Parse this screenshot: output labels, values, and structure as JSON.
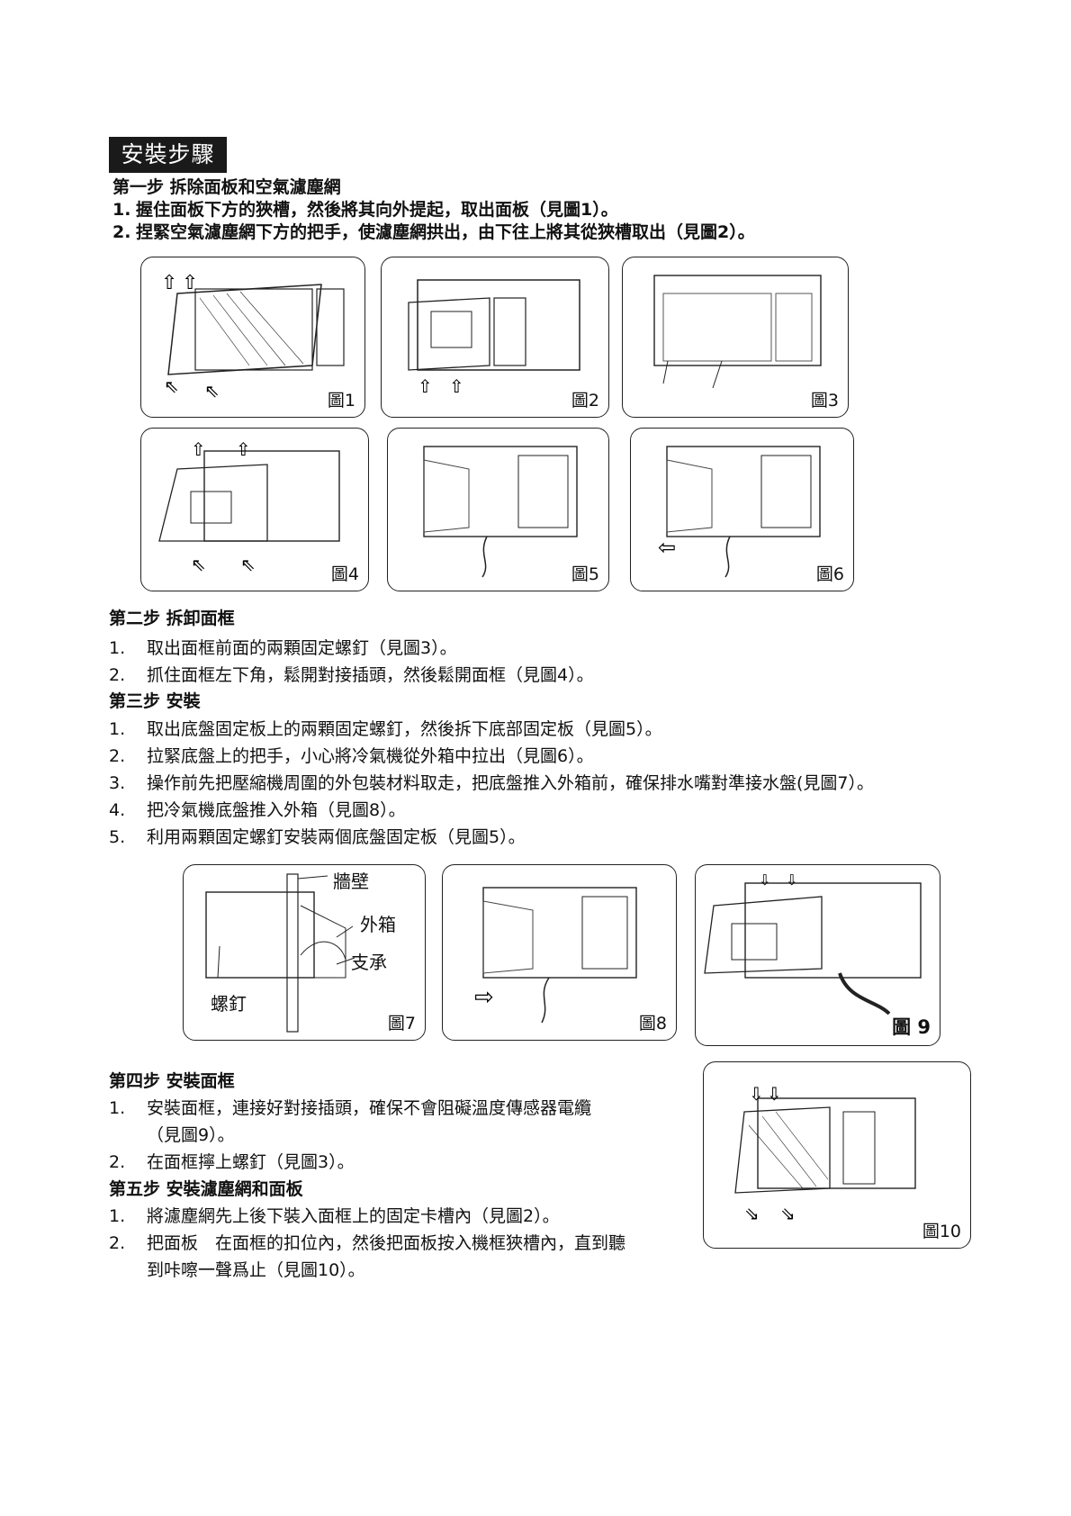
{
  "section_title": "安裝步驟",
  "step1": {
    "heading": "第一步 拆除面板和空氣濾塵網",
    "items": [
      {
        "num": "1.",
        "text": "握住面板下方的狹槽，然後將其向外提起，取出面板（見圖1）。"
      },
      {
        "num": "2.",
        "text": "捏緊空氣濾塵網下方的把手，使濾塵網拱出，由下往上將其從狹槽取出（見圖2）。"
      }
    ]
  },
  "figures_row1": [
    {
      "label": "圖1"
    },
    {
      "label": "圖2"
    },
    {
      "label": "圖3"
    }
  ],
  "figures_row2": [
    {
      "label": "圖4"
    },
    {
      "label": "圖5"
    },
    {
      "label": "圖6"
    }
  ],
  "step2": {
    "heading": "第二步 拆卸面框",
    "items": [
      {
        "num": "1.",
        "text": "取出面框前面的兩顆固定螺釘（見圖3）。"
      },
      {
        "num": "2.",
        "text": "抓住面框左下角，鬆開對接插頭，然後鬆開面框（見圖4）。"
      }
    ]
  },
  "step3": {
    "heading": "第三步  安裝",
    "items": [
      {
        "num": "1.",
        "text": "取出底盤固定板上的兩顆固定螺釘，然後拆下底部固定板（見圖5）。"
      },
      {
        "num": "2.",
        "text": "拉緊底盤上的把手，小心將冷氣機從外箱中拉出（見圖6）。"
      },
      {
        "num": "3.",
        "text": "操作前先把壓縮機周圍的外包裝材料取走，把底盤推入外箱前，確保排水嘴對準接水盤(見圖7）。"
      },
      {
        "num": "4.",
        "text": "把冷氣機底盤推入外箱（見圖8）。"
      },
      {
        "num": "5.",
        "text": "利用兩顆固定螺釘安裝兩個底盤固定板（見圖5）。"
      }
    ]
  },
  "figures_row3": [
    {
      "label": "圖7",
      "callouts": {
        "wall": "牆壁",
        "outer_case": "外箱",
        "support": "支承",
        "screw": "螺釘"
      }
    },
    {
      "label": "圖8"
    },
    {
      "label": "圖 9"
    }
  ],
  "step4": {
    "heading": "第四步 安裝面框",
    "items": [
      {
        "num": "1.",
        "text": "安裝面框，連接好對接插頭，確保不會阻礙溫度傳感器電纜"
      },
      {
        "num": "",
        "text": "（見圖9）。"
      },
      {
        "num": "2.",
        "text": "在面框擰上螺釘（見圖3）。"
      }
    ]
  },
  "step5": {
    "heading": "第五步 安裝濾塵網和面板",
    "items": [
      {
        "num": "1.",
        "text": "將濾塵網先上後下裝入面框上的固定卡槽內（見圖2）。"
      },
      {
        "num": "2.",
        "text": "把面板　在面框的扣位內，然後把面板按入機框狹槽內，直到聽"
      },
      {
        "num": "",
        "text": "到咔嚓一聲爲止（見圖10）。"
      }
    ]
  },
  "figure10": {
    "label": "圖10"
  }
}
